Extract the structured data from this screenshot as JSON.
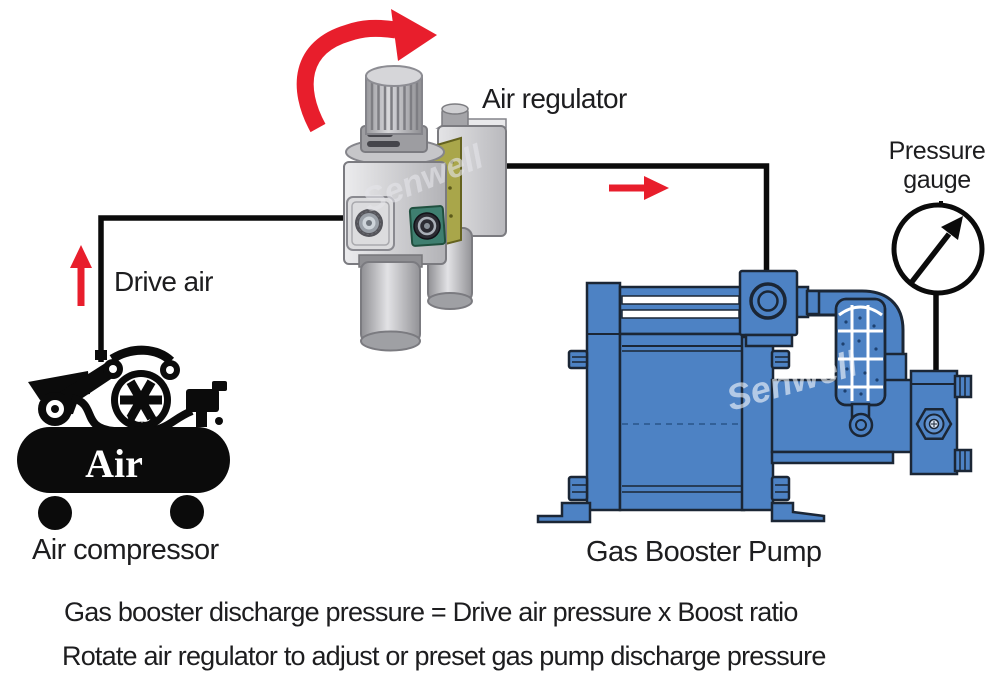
{
  "labels": {
    "air_regulator": "Air regulator",
    "pressure_gauge_line1": "Pressure",
    "pressure_gauge_line2": "gauge",
    "drive_air": "Drive air",
    "air_compressor": "Air compressor",
    "gas_booster_pump": "Gas Booster Pump",
    "compressor_tank": "Air"
  },
  "watermark": "Senwell",
  "notes": {
    "line1": "Gas booster discharge pressure = Drive air pressure x Boost ratio",
    "line2": "Rotate air regulator to adjust or preset gas pump discharge pressure"
  },
  "colors": {
    "flow_arrow_red": "#e81e2c",
    "pump_blue": "#4d82c4",
    "pump_outline": "#1b2635",
    "line_black": "#0b0b0b",
    "text": "#1d1d1f",
    "regulator_gray": "#c9c9cd",
    "accent_olive": "#a9a64a",
    "sight_glass_teal": "#3f7f70"
  }
}
